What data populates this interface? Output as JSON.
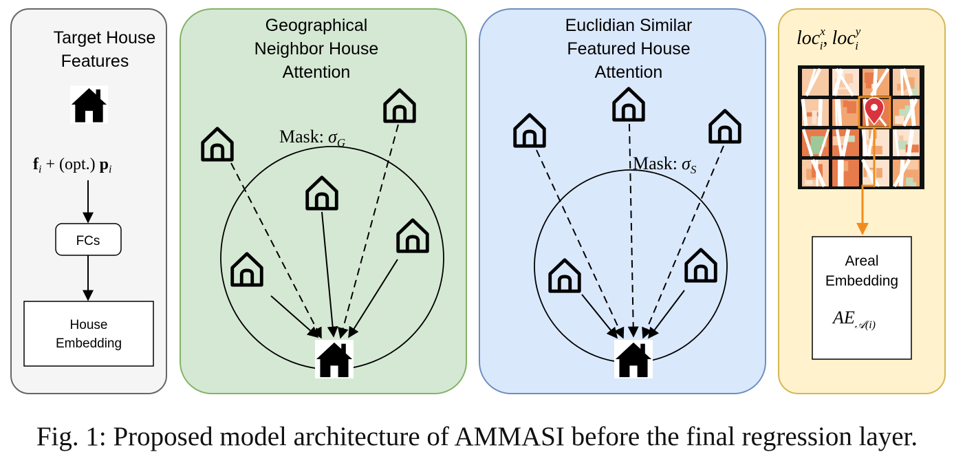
{
  "panels": {
    "target": {
      "title_line1": "Target House",
      "title_line2": "Features",
      "formula_f": "f",
      "formula_sub_i": "i",
      "formula_plus": "+ (opt.)",
      "formula_p": "p",
      "formula_sub_i2": "i",
      "fc_label": "FCs",
      "embed_line1": "House",
      "embed_line2": "Embedding"
    },
    "geo": {
      "title_line1": "Geographical",
      "title_line2": "Neighbor House",
      "title_line3": "Attention",
      "mask_label": "Mask:",
      "mask_sigma": "σ",
      "mask_sub": "G"
    },
    "euclid": {
      "title_line1": "Euclidian Similar",
      "title_line2": "Featured House",
      "title_line3": "Attention",
      "mask_label": "Mask:",
      "mask_sigma": "σ",
      "mask_sub": "S"
    },
    "areal": {
      "loc_x": "loc",
      "loc_x_sup": "x",
      "loc_x_sub": "i",
      "loc_comma": ",",
      "loc_y": "loc",
      "loc_y_sup": "y",
      "loc_y_sub": "i",
      "embed_line1": "Areal",
      "embed_line2": "Embedding",
      "ae": "AE",
      "ae_sub": "𝒜(i)"
    }
  },
  "caption": "Fig. 1: Proposed model architecture of AMMASI before the final regression layer.",
  "colors": {
    "target_fill": "#f5f5f5",
    "target_stroke": "#666666",
    "geo_fill": "#d5e8d4",
    "geo_stroke": "#82b366",
    "euclid_fill": "#dae8fc",
    "euclid_stroke": "#6c8ebf",
    "areal_fill": "#fff2cc",
    "areal_stroke": "#d6b656",
    "orange": "#f08c1e",
    "pin": "#d9343e"
  }
}
